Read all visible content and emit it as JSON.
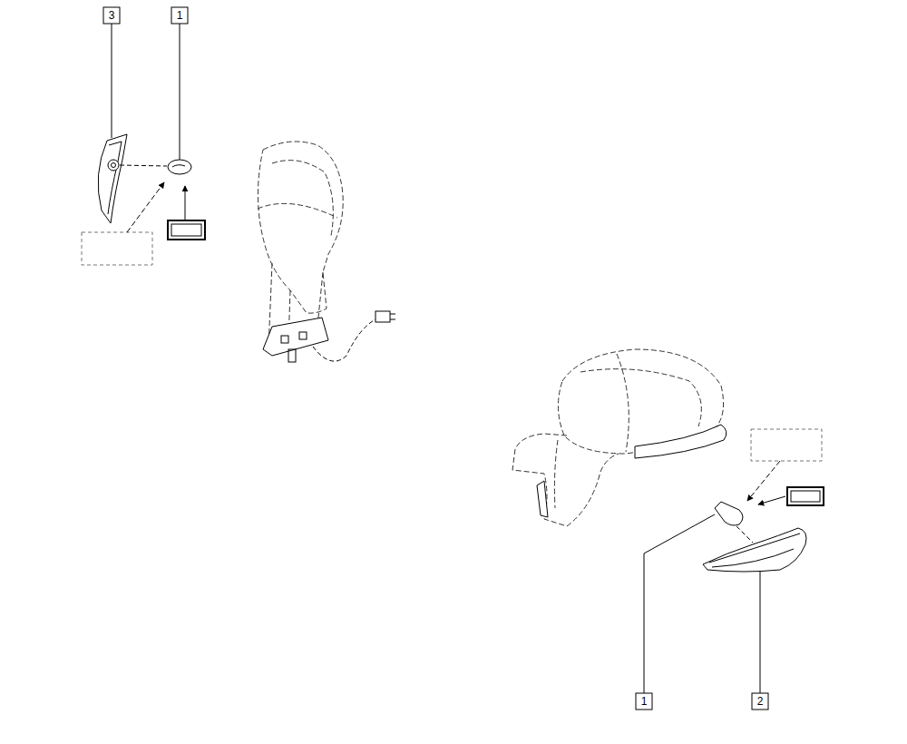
{
  "diagram": {
    "labels": [
      "3",
      "1",
      "1",
      "2"
    ]
  }
}
